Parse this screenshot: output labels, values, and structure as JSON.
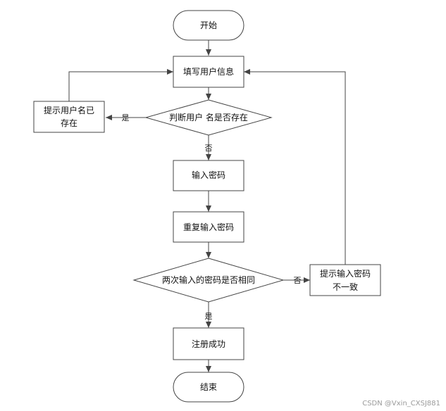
{
  "diagram": {
    "nodes": {
      "start": "开始",
      "fill_info": "填写用户信息",
      "check_username": "判断用户 名是否存在",
      "username_exists_line1": "提示用户名已",
      "username_exists_line2": "存在",
      "enter_password": "输入密码",
      "repeat_password": "重复输入密码",
      "compare_passwords": "两次输入的密码是否相同",
      "mismatch_line1": "提示输入密码",
      "mismatch_line2": "不一致",
      "register_success": "注册成功",
      "end": "结束"
    },
    "edge_labels": {
      "username_yes": "是",
      "username_no": "否",
      "password_no": "否",
      "password_yes": "是"
    }
  },
  "watermark": "CSDN @Vxin_CXSJ881"
}
